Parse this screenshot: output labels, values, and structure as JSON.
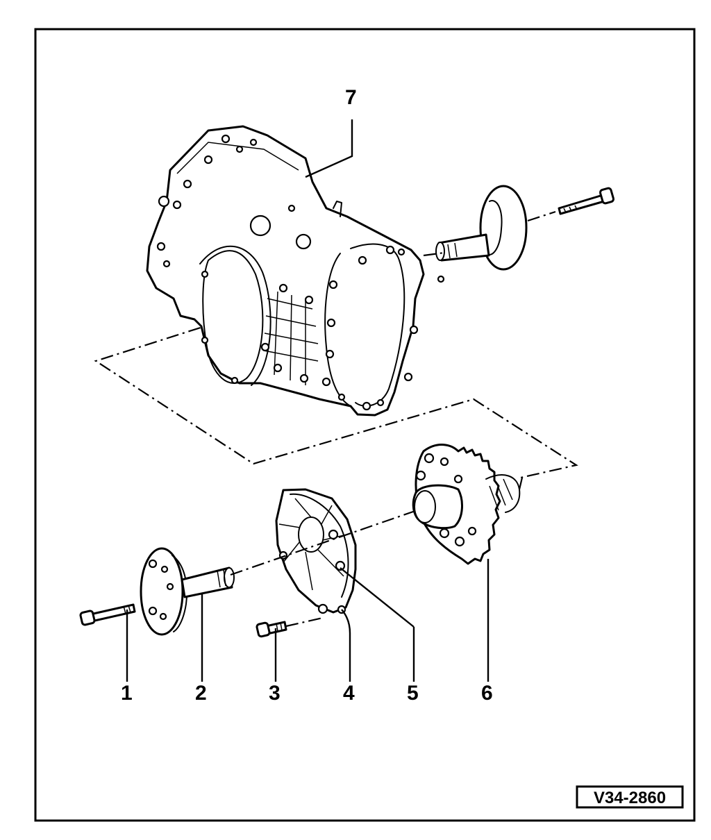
{
  "callouts": {
    "c1": "1",
    "c2": "2",
    "c3": "3",
    "c4": "4",
    "c5": "5",
    "c6": "6",
    "c7": "7"
  },
  "reference_code": "V34-2860"
}
